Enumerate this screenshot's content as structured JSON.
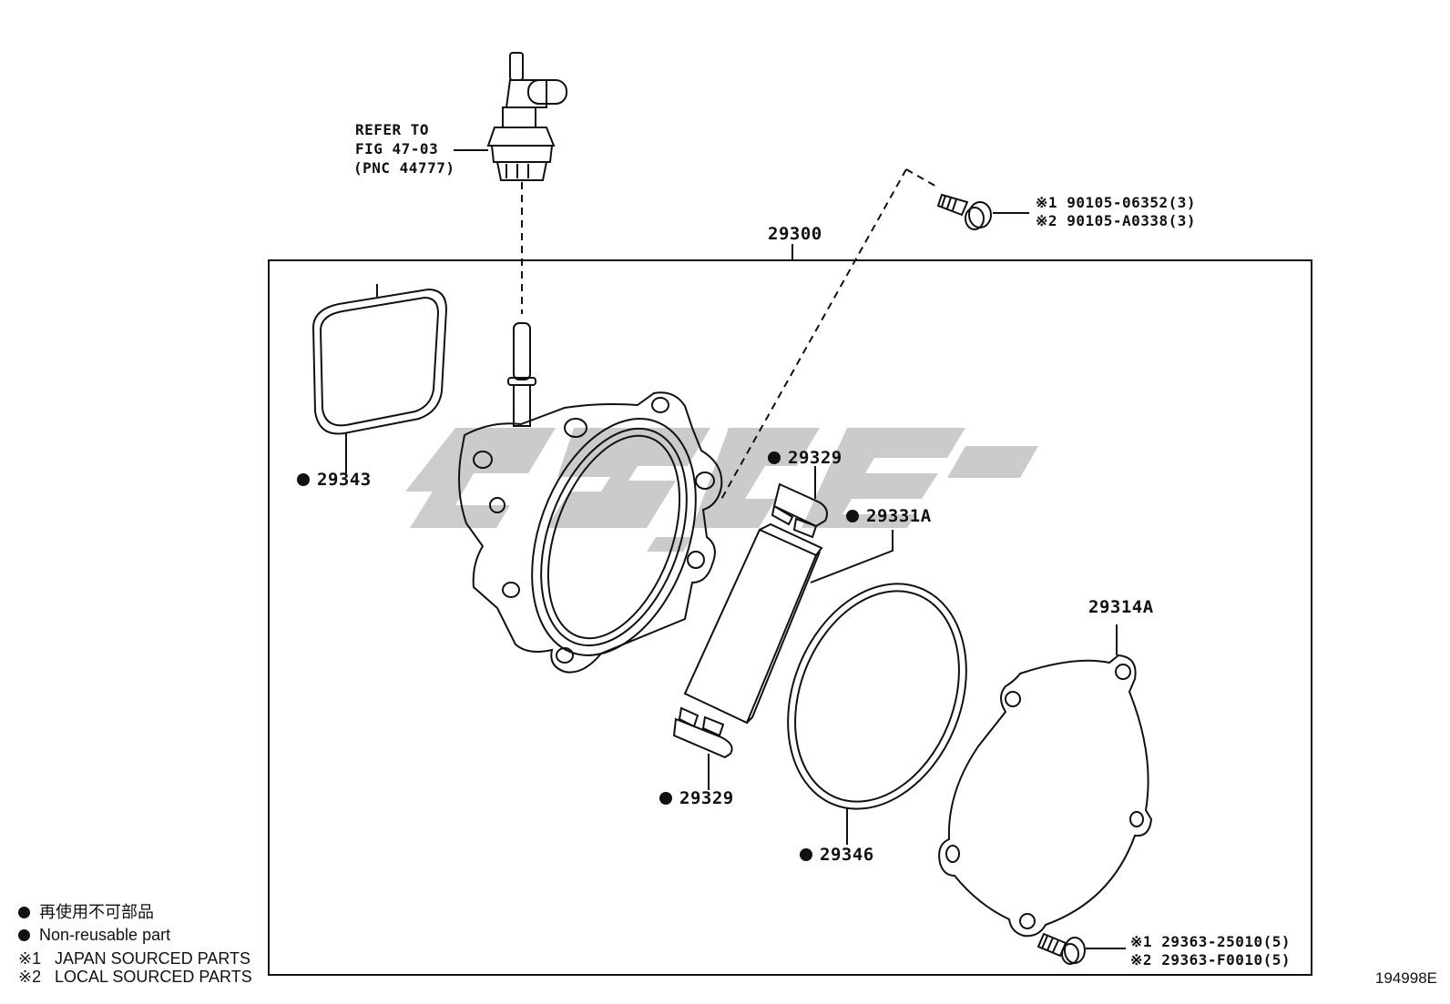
{
  "refer": {
    "line1": "REFER TO",
    "line2": "FIG 47-03",
    "line3": "(PNC 44777)"
  },
  "assembly_label": "29300",
  "bolt_top": {
    "note1": "※1",
    "part1": "90105-06352(3)",
    "note2": "※2",
    "part2": "90105-A0338(3)"
  },
  "bolt_bottom": {
    "note1": "※1",
    "part1": "29363-25010(5)",
    "note2": "※2",
    "part2": "29363-F0010(5)"
  },
  "parts": {
    "gasket": "29343",
    "plate_top": "29329",
    "plate_bottom": "29329",
    "vane": "29331A",
    "oring": "29346",
    "cover": "29314A"
  },
  "legend": {
    "jp_nonreusable": "再使用不可部品",
    "nonreusable": "Non-reusable part",
    "note1_mark": "※1",
    "note1_text": "JAPAN SOURCED PARTS",
    "note2_mark": "※2",
    "note2_text": "LOCAL SOURCED PARTS"
  },
  "drawing_number": "194998E",
  "colors": {
    "line": "#111111",
    "watermark": "#c8c8c8"
  }
}
